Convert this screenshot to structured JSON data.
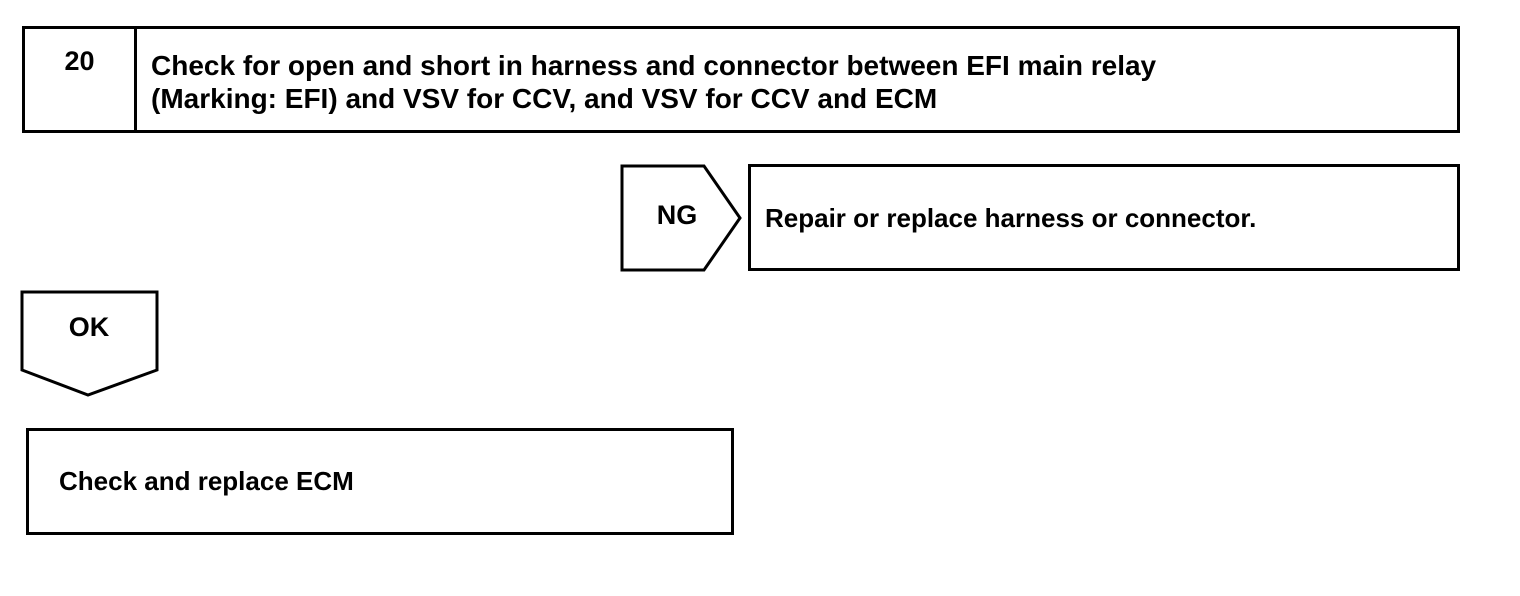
{
  "step": {
    "number": "20",
    "title": "Check for open and short in harness and connector between EFI main relay\n(Marking: EFI) and VSV for CCV, and VSV for CCV and ECM"
  },
  "ng_branch": {
    "label": "NG",
    "result": "Repair or replace harness or connector."
  },
  "ok_branch": {
    "label": "OK",
    "result": "Check and replace ECM"
  }
}
